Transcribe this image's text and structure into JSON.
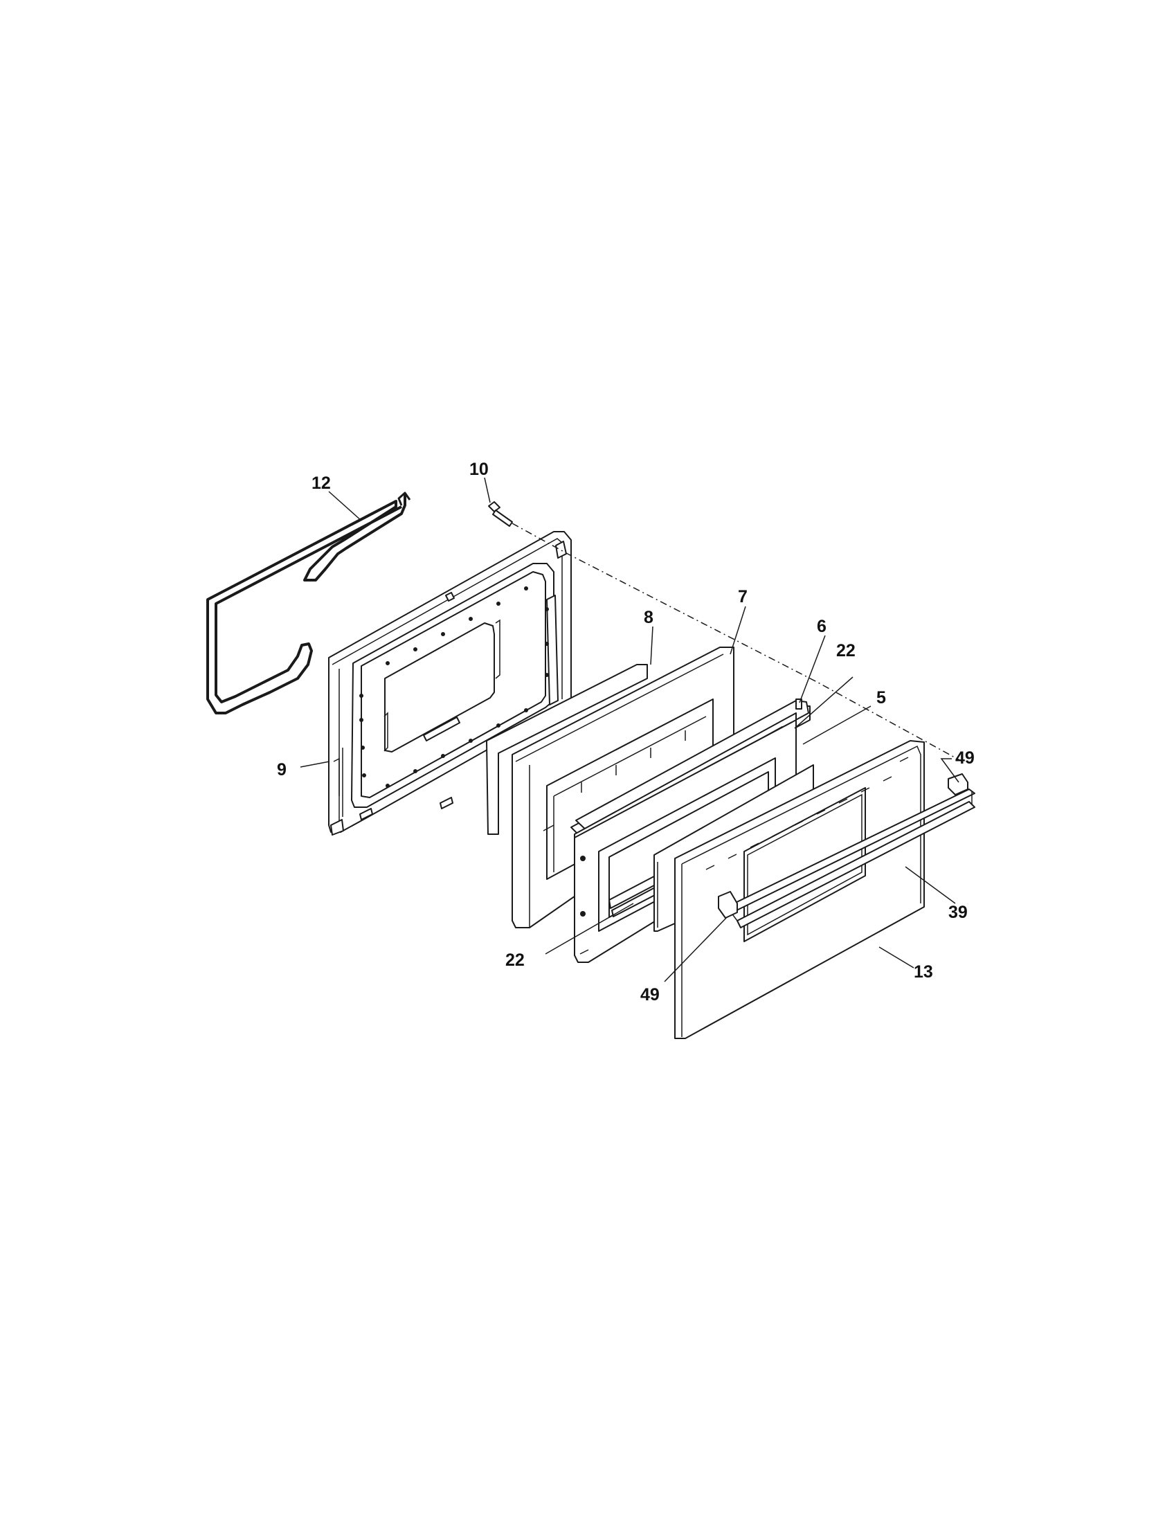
{
  "diagram": {
    "callouts": {
      "c12": "12",
      "c10": "10",
      "c9": "9",
      "c8": "8",
      "c7": "7",
      "c6": "6",
      "c22a": "22",
      "c5": "5",
      "c49a": "49",
      "c39": "39",
      "c13": "13",
      "c49b": "49",
      "c22b": "22"
    }
  }
}
